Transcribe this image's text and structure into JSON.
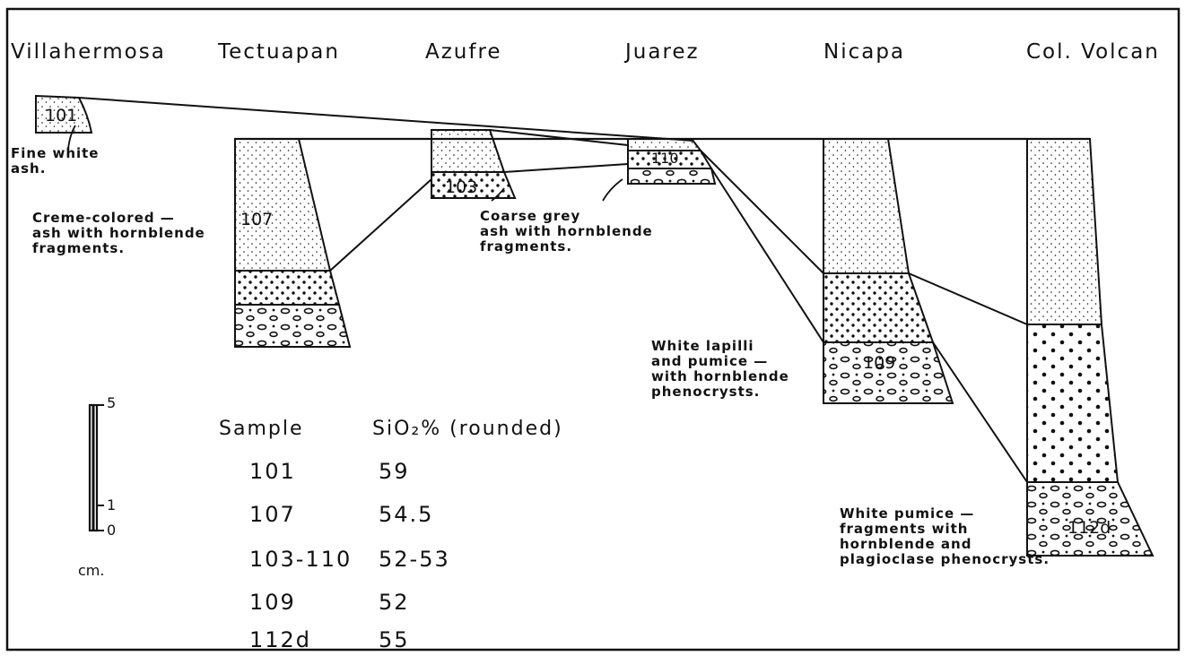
{
  "localities": [
    "Villahermosa",
    "Tectuapan",
    "Azufre",
    "Juarez",
    "Nicapa",
    "Col. Volcan"
  ],
  "samples_on_columns": [
    "101",
    "107",
    "103",
    "110",
    "109",
    "112d"
  ],
  "notes": {
    "fine": "Fine white\nash.",
    "creme": "Creme-colored —\nash with hornblende\nfragments.",
    "coarse": "Coarse grey\nash with hornblende\nfragments.",
    "lapilli": "White lapilli\nand pumice —\nwith hornblende\nphenocrysts.",
    "pumice": "White pumice —\nfragments with\nhornblende and\nplagioclase phenocrysts."
  },
  "scale": {
    "top": "5",
    "mid": "1",
    "bottom": "0",
    "unit": "cm."
  },
  "table": {
    "header_sample": "Sample",
    "header_sio2": "SiO₂% (rounded)",
    "rows": [
      {
        "sample": "101",
        "sio2": "59"
      },
      {
        "sample": "107",
        "sio2": "54.5"
      },
      {
        "sample": "103-110",
        "sio2": "52-53"
      },
      {
        "sample": "109",
        "sio2": "52"
      },
      {
        "sample": "112d",
        "sio2": "55"
      }
    ]
  }
}
